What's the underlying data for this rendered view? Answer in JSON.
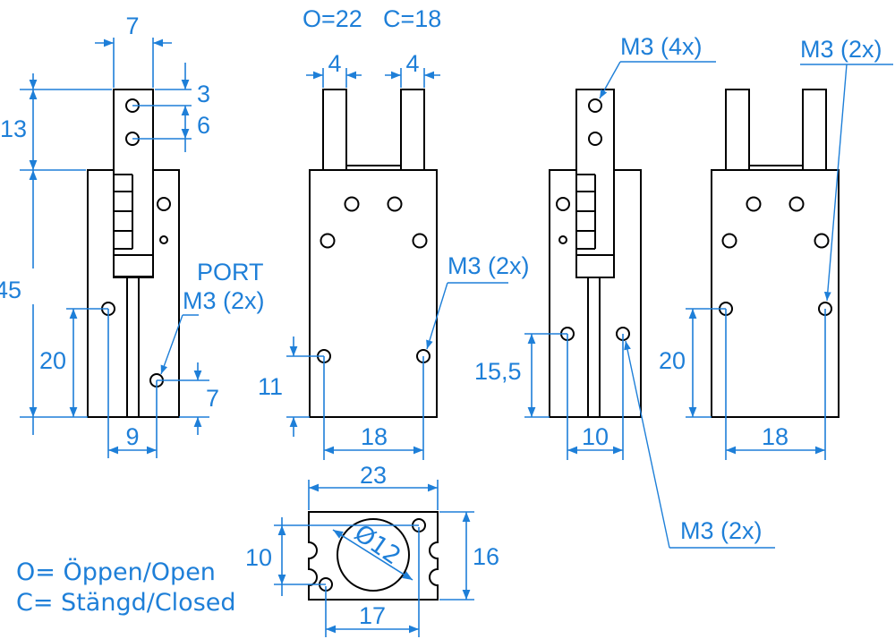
{
  "colors": {
    "dimension": "#1e7fd8",
    "outline": "#000000"
  },
  "view1": {
    "dim_top_width": "7",
    "dim_13": "13",
    "dim_3": "3",
    "dim_6": "6",
    "dim_45": "45",
    "dim_20": "20",
    "dim_7": "7",
    "dim_9": "9",
    "port_label": "PORT",
    "port_thread": "M3 (2x)"
  },
  "view2": {
    "open_label": "O=22",
    "closed_label": "C=18",
    "dim_4_left": "4",
    "dim_4_right": "4",
    "dim_11": "11",
    "dim_18": "18",
    "thread_label": "M3 (2x)"
  },
  "view3": {
    "thread_top": "M3 (4x)",
    "dim_15_5": "15,5",
    "dim_10": "10",
    "thread_bottom": "M3 (2x)"
  },
  "view4": {
    "thread_label": "M3 (2x)",
    "dim_20": "20",
    "dim_18": "18"
  },
  "bottom_view": {
    "dim_23": "23",
    "dim_10": "10",
    "dim_16": "16",
    "dim_17": "17",
    "dim_dia": "Ø12"
  },
  "legend": {
    "open": "O= Öppen/Open",
    "closed": "C= Stängd/Closed"
  }
}
